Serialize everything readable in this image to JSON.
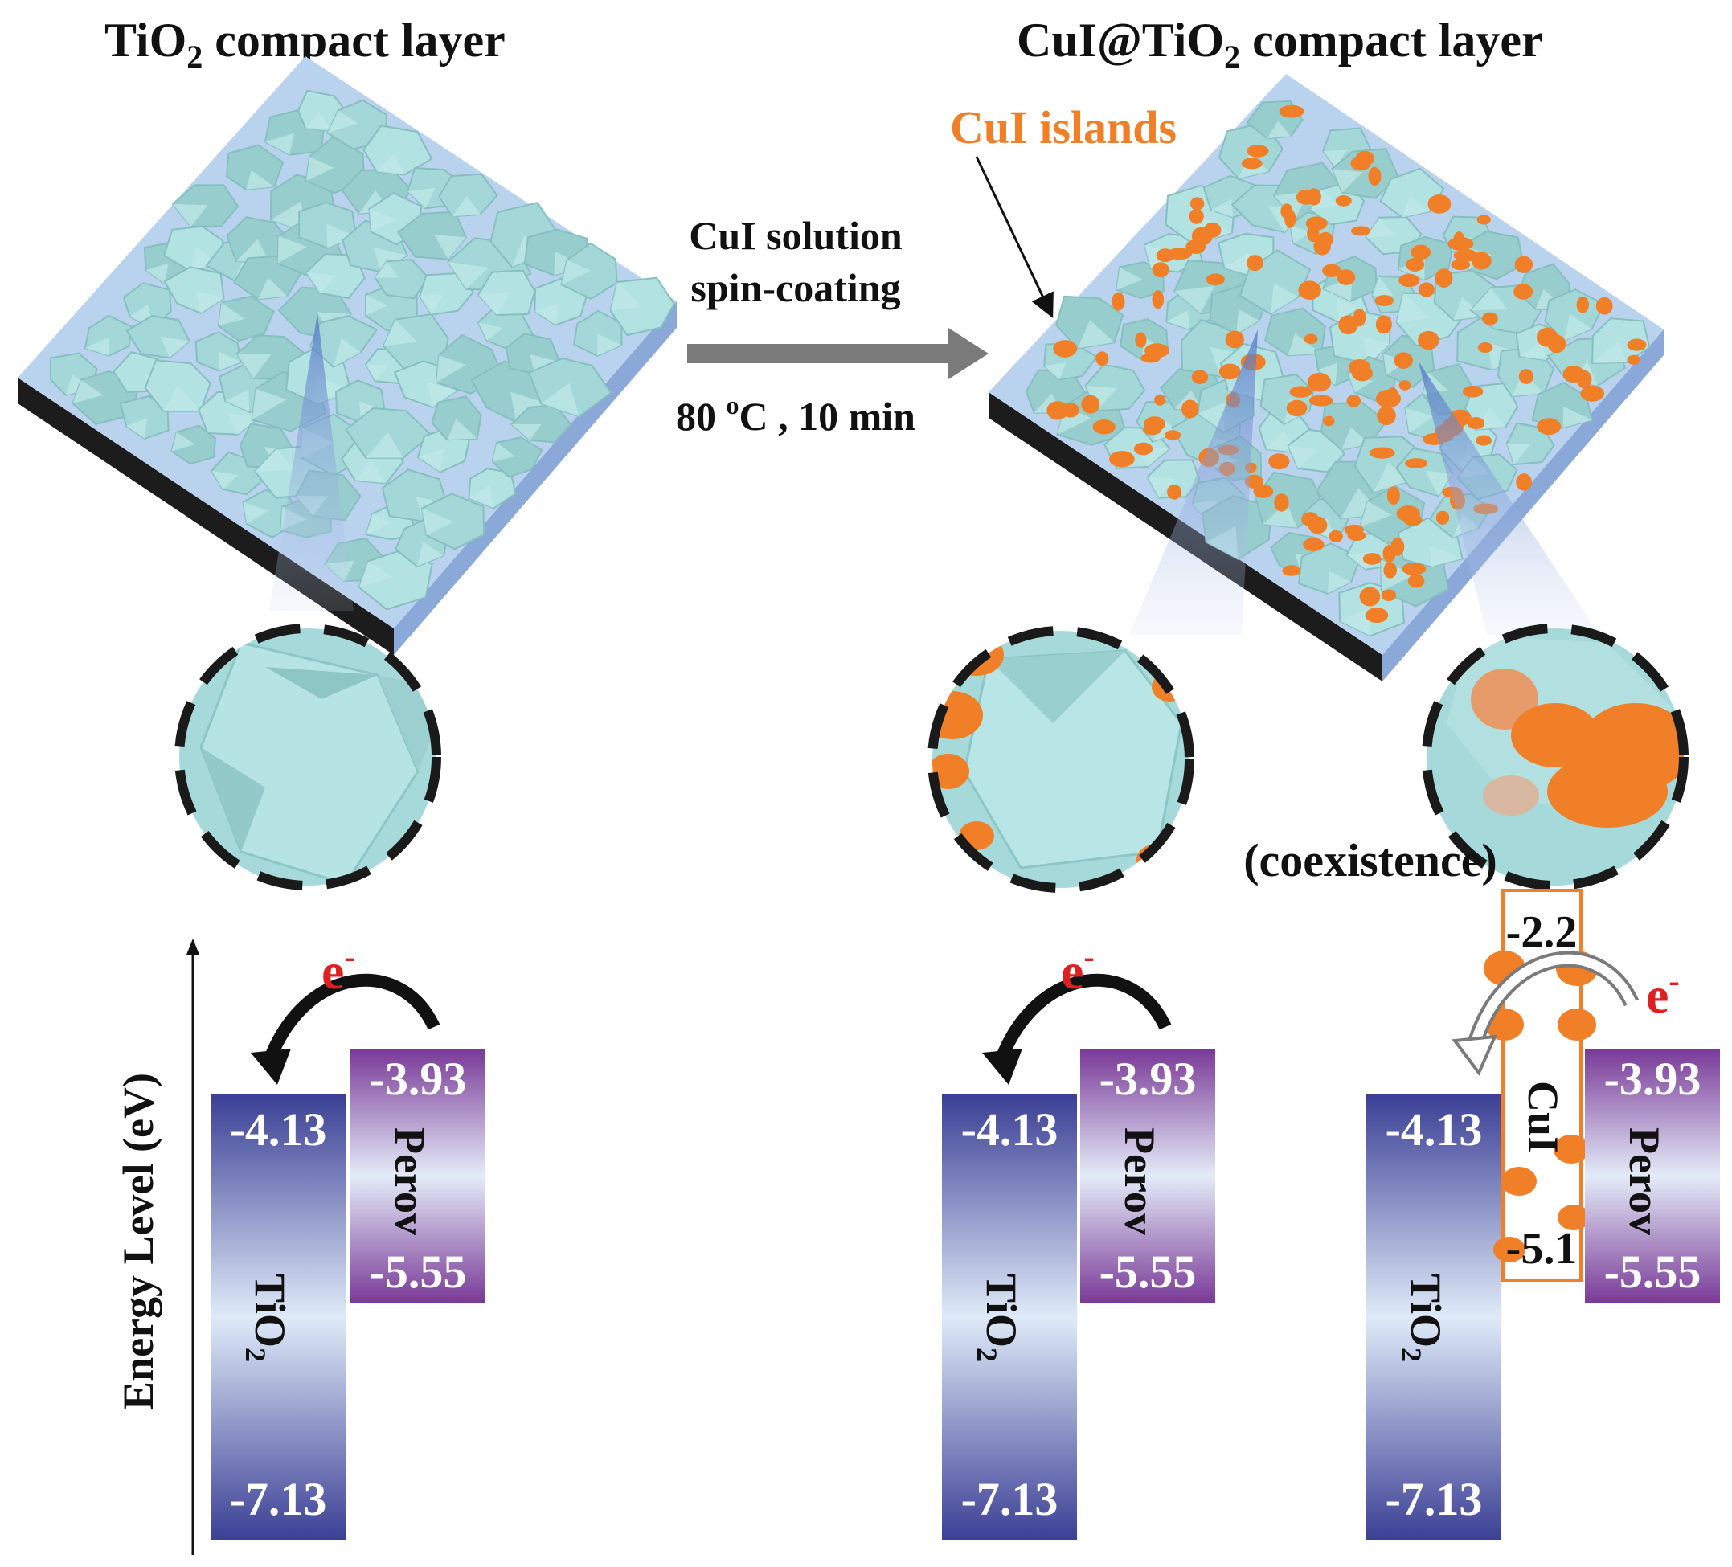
{
  "titles": {
    "left_main": "TiO",
    "left_sub": "2",
    "left_rest": " compact layer",
    "right_main": "CuI@TiO",
    "right_sub": "2",
    "right_rest": " compact layer"
  },
  "annotations": {
    "cui_islands": "CuI islands",
    "coexistence": "(coexistence)"
  },
  "process": {
    "line1": "CuI solution",
    "line2": "spin-coating",
    "condition_temp": "80 ",
    "condition_sup": "o",
    "condition_rest": "C , 10 min"
  },
  "axis": {
    "ylabel": "Energy Level (eV)"
  },
  "diagram_colors": {
    "tio2_crystal": "#a8dcdc",
    "substrate_top": "#b9d2ee",
    "cui": "#f07f27",
    "tio2_band": "#3b3f95",
    "perov_band": "#7a3a98",
    "electron": "#e02020"
  },
  "bands": {
    "tio2_name": "TiO",
    "tio2_sub": "2",
    "tio2_cb": "-4.13",
    "tio2_vb": "-7.13",
    "perov_name": "Perov",
    "perov_cb": "-3.93",
    "perov_vb": "-5.55",
    "cui_name": "CuI",
    "cui_cb": "-2.2",
    "cui_vb": "-5.1",
    "electron": "e",
    "electron_sup": "-"
  }
}
